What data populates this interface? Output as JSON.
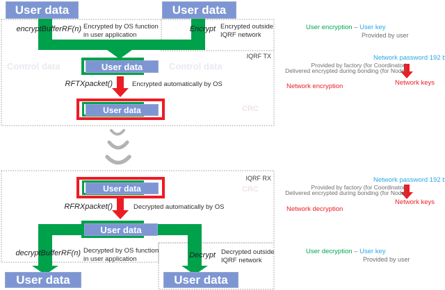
{
  "colors": {
    "green": "#00a14b",
    "red": "#ec1c24",
    "box_blue": "#7d96d3",
    "text_blue": "#29a8e0",
    "text_green": "#00a651",
    "faint_gray": "#e9e9f0"
  },
  "labels": {
    "user_data": "User data"
  },
  "tx": {
    "zone_label": "IQRF TX",
    "fn_user": "encryptBufferRF(n)",
    "fn_user_desc": "Encrypted by OS function\nin user application",
    "fn_outside": "Encrypt",
    "fn_outside_desc": "Encrypted outside\nIQRF network",
    "fn_os": "RFTXpacket()",
    "fn_os_desc": "Encrypted automatically by OS",
    "faint_control_left": "Control data",
    "faint_control_right": "Control data",
    "faint_crc": "CRC"
  },
  "rx": {
    "zone_label": "IQRF RX",
    "fn_os": "RFRXpacket()",
    "fn_os_desc": "Decrypted automatically by OS",
    "fn_user": "decryptBufferRF(n)",
    "fn_user_desc": "Decrypted by OS function\nin user application",
    "fn_outside": "Decrypt",
    "fn_outside_desc": "Decrypted outside\nIQRF network",
    "faint_crc": "CRC"
  },
  "key_tx": {
    "title_green": "User encryption",
    "dash": "–",
    "title_blue": "User key",
    "subtitle": "Provided by user",
    "password": "Network password 192 b",
    "line1": "Provided by factory (for Coordinator)",
    "line2": "Delivered encrypted during bonding (for Node)",
    "keys": "Network keys",
    "operation": "Network encryption"
  },
  "key_rx": {
    "password": "Network password 192 b",
    "line1": "Provided by factory (for Coordinator)",
    "line2": "Delivered encrypted during bonding (for Node)",
    "keys": "Network keys",
    "operation": "Network decryption",
    "title_green": "User decryption",
    "dash": "–",
    "title_blue": "User key",
    "subtitle": "Provided by user"
  }
}
